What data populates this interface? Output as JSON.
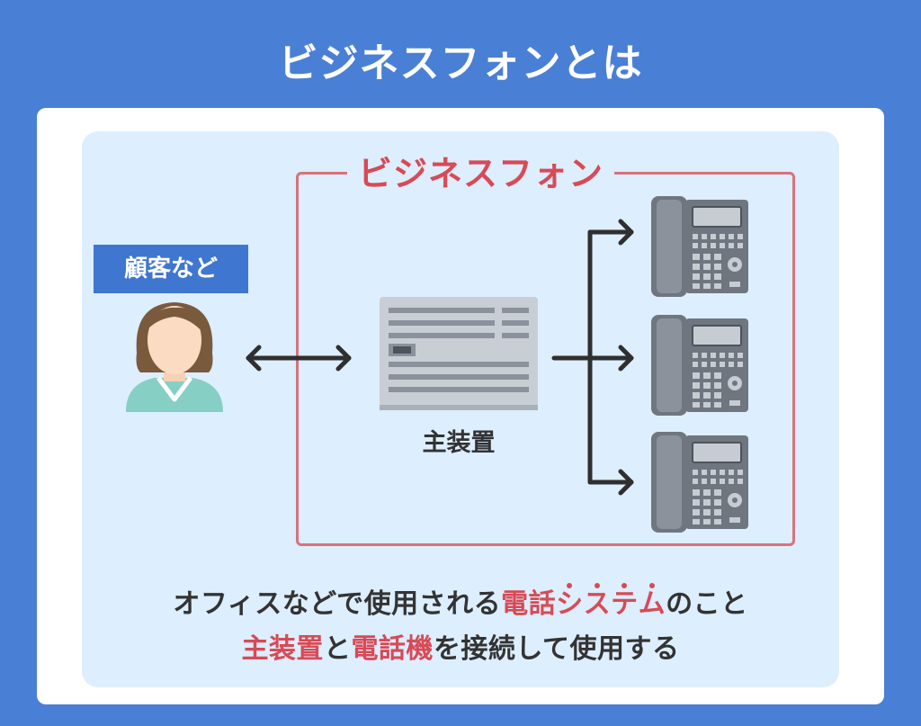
{
  "title": "ビジネスフォンとは",
  "system_label": "ビジネスフォン",
  "customer_label": "顧客など",
  "device_label": "主装置",
  "description": {
    "line1": {
      "t1": "オフィスなどで使用される",
      "t2": "電話",
      "t3": "のこと"
    },
    "line1_dotted": [
      "シ",
      "ス",
      "テ",
      "ム"
    ],
    "line2": {
      "t1": "主装置",
      "t2": "と",
      "t3": "電話機",
      "t4": "を接続して使用する"
    }
  },
  "colors": {
    "accent_red": "#d84a55",
    "frame": "#d9727a",
    "background": "#4a7fd6"
  },
  "icons": [
    "person-icon",
    "pbx-unit-icon",
    "desk-phone-icon"
  ]
}
